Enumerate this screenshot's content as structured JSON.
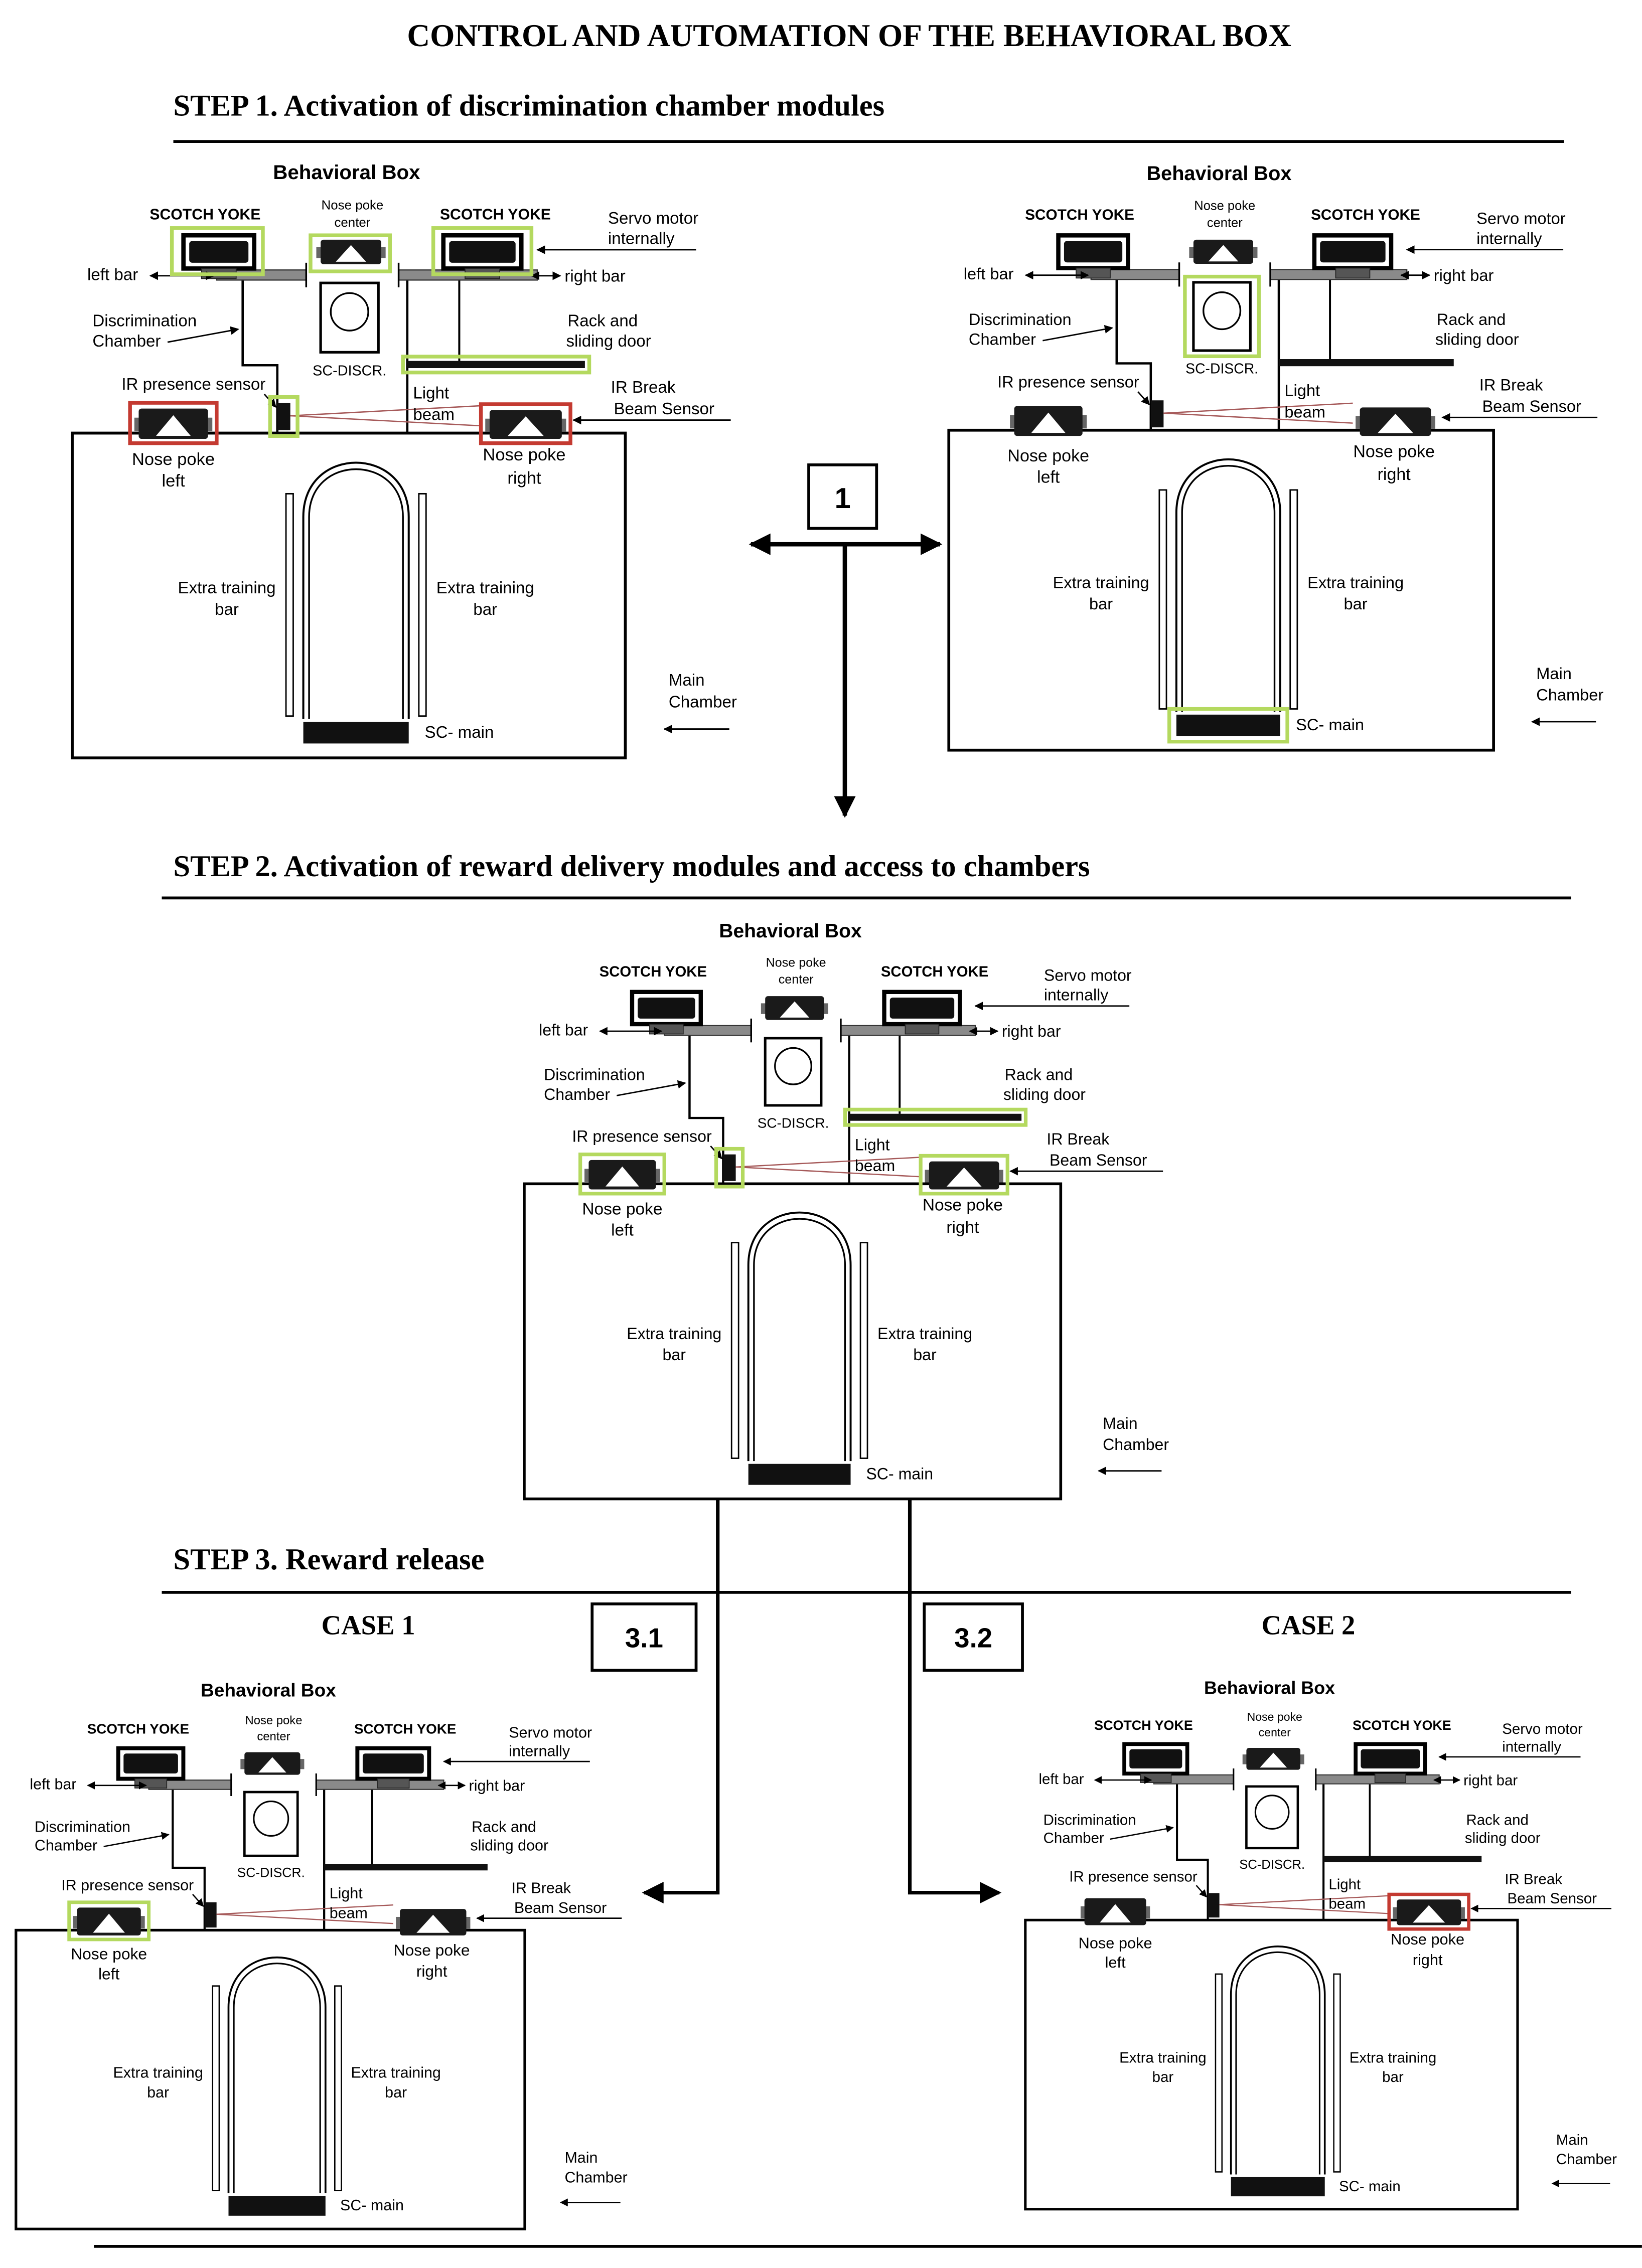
{
  "title": "CONTROL AND AUTOMATION OF THE BEHAVIORAL BOX",
  "steps": [
    {
      "label": "STEP 1. Activation of discrimination chamber modules"
    },
    {
      "label": "STEP 2. Activation of reward delivery modules and access to chambers"
    },
    {
      "label": "STEP 3. Reward release"
    }
  ],
  "cases": [
    "CASE 1",
    "CASE 2"
  ],
  "flow_labels": {
    "step1": "1",
    "case1": "3.1",
    "case2": "3.2"
  },
  "box_labels": {
    "behavioral_box": "Behavioral Box",
    "scotch_yoke": "SCOTCH YOKE",
    "nose_poke_center": [
      "Nose poke",
      "center"
    ],
    "servo_motor": [
      "Servo motor",
      "internally"
    ],
    "left_bar": "left bar",
    "right_bar": "right bar",
    "discrimination_chamber": [
      "Discrimination",
      "Chamber"
    ],
    "rack_sliding_door": [
      "Rack and",
      "sliding door"
    ],
    "sc_discr": "SC-DISCR.",
    "ir_presence_sensor": "IR presence sensor",
    "light_beam": [
      "Light",
      "beam"
    ],
    "ir_break_beam_sensor": [
      "IR Break",
      "Beam Sensor"
    ],
    "nose_poke_left": [
      "Nose poke",
      "left"
    ],
    "nose_poke_right": [
      "Nose poke",
      "right"
    ],
    "extra_training_bar": [
      "Extra training",
      "bar"
    ],
    "sc_main": "SC- main",
    "main_chamber": [
      "Main",
      "Chamber"
    ]
  },
  "highlight_colors": {
    "green": "#b4d95f",
    "red": "#c43a31"
  },
  "diagrams": [
    {
      "highlights": {
        "scotch_yoke_left": "green",
        "nose_poke_center": "green",
        "scotch_yoke_right": "green",
        "rack_sliding_door": "green",
        "ir_presence_sensor": "green",
        "nose_poke_left": "red",
        "nose_poke_right": "red"
      }
    },
    {
      "highlights": {
        "sc_discr": "green",
        "sc_main": "green"
      }
    },
    {
      "highlights": {
        "rack_sliding_door": "green",
        "ir_presence_sensor": "green",
        "nose_poke_left": "green",
        "nose_poke_right": "green"
      }
    },
    {
      "highlights": {
        "nose_poke_left": "green"
      }
    },
    {
      "highlights": {
        "nose_poke_right": "red"
      }
    }
  ]
}
